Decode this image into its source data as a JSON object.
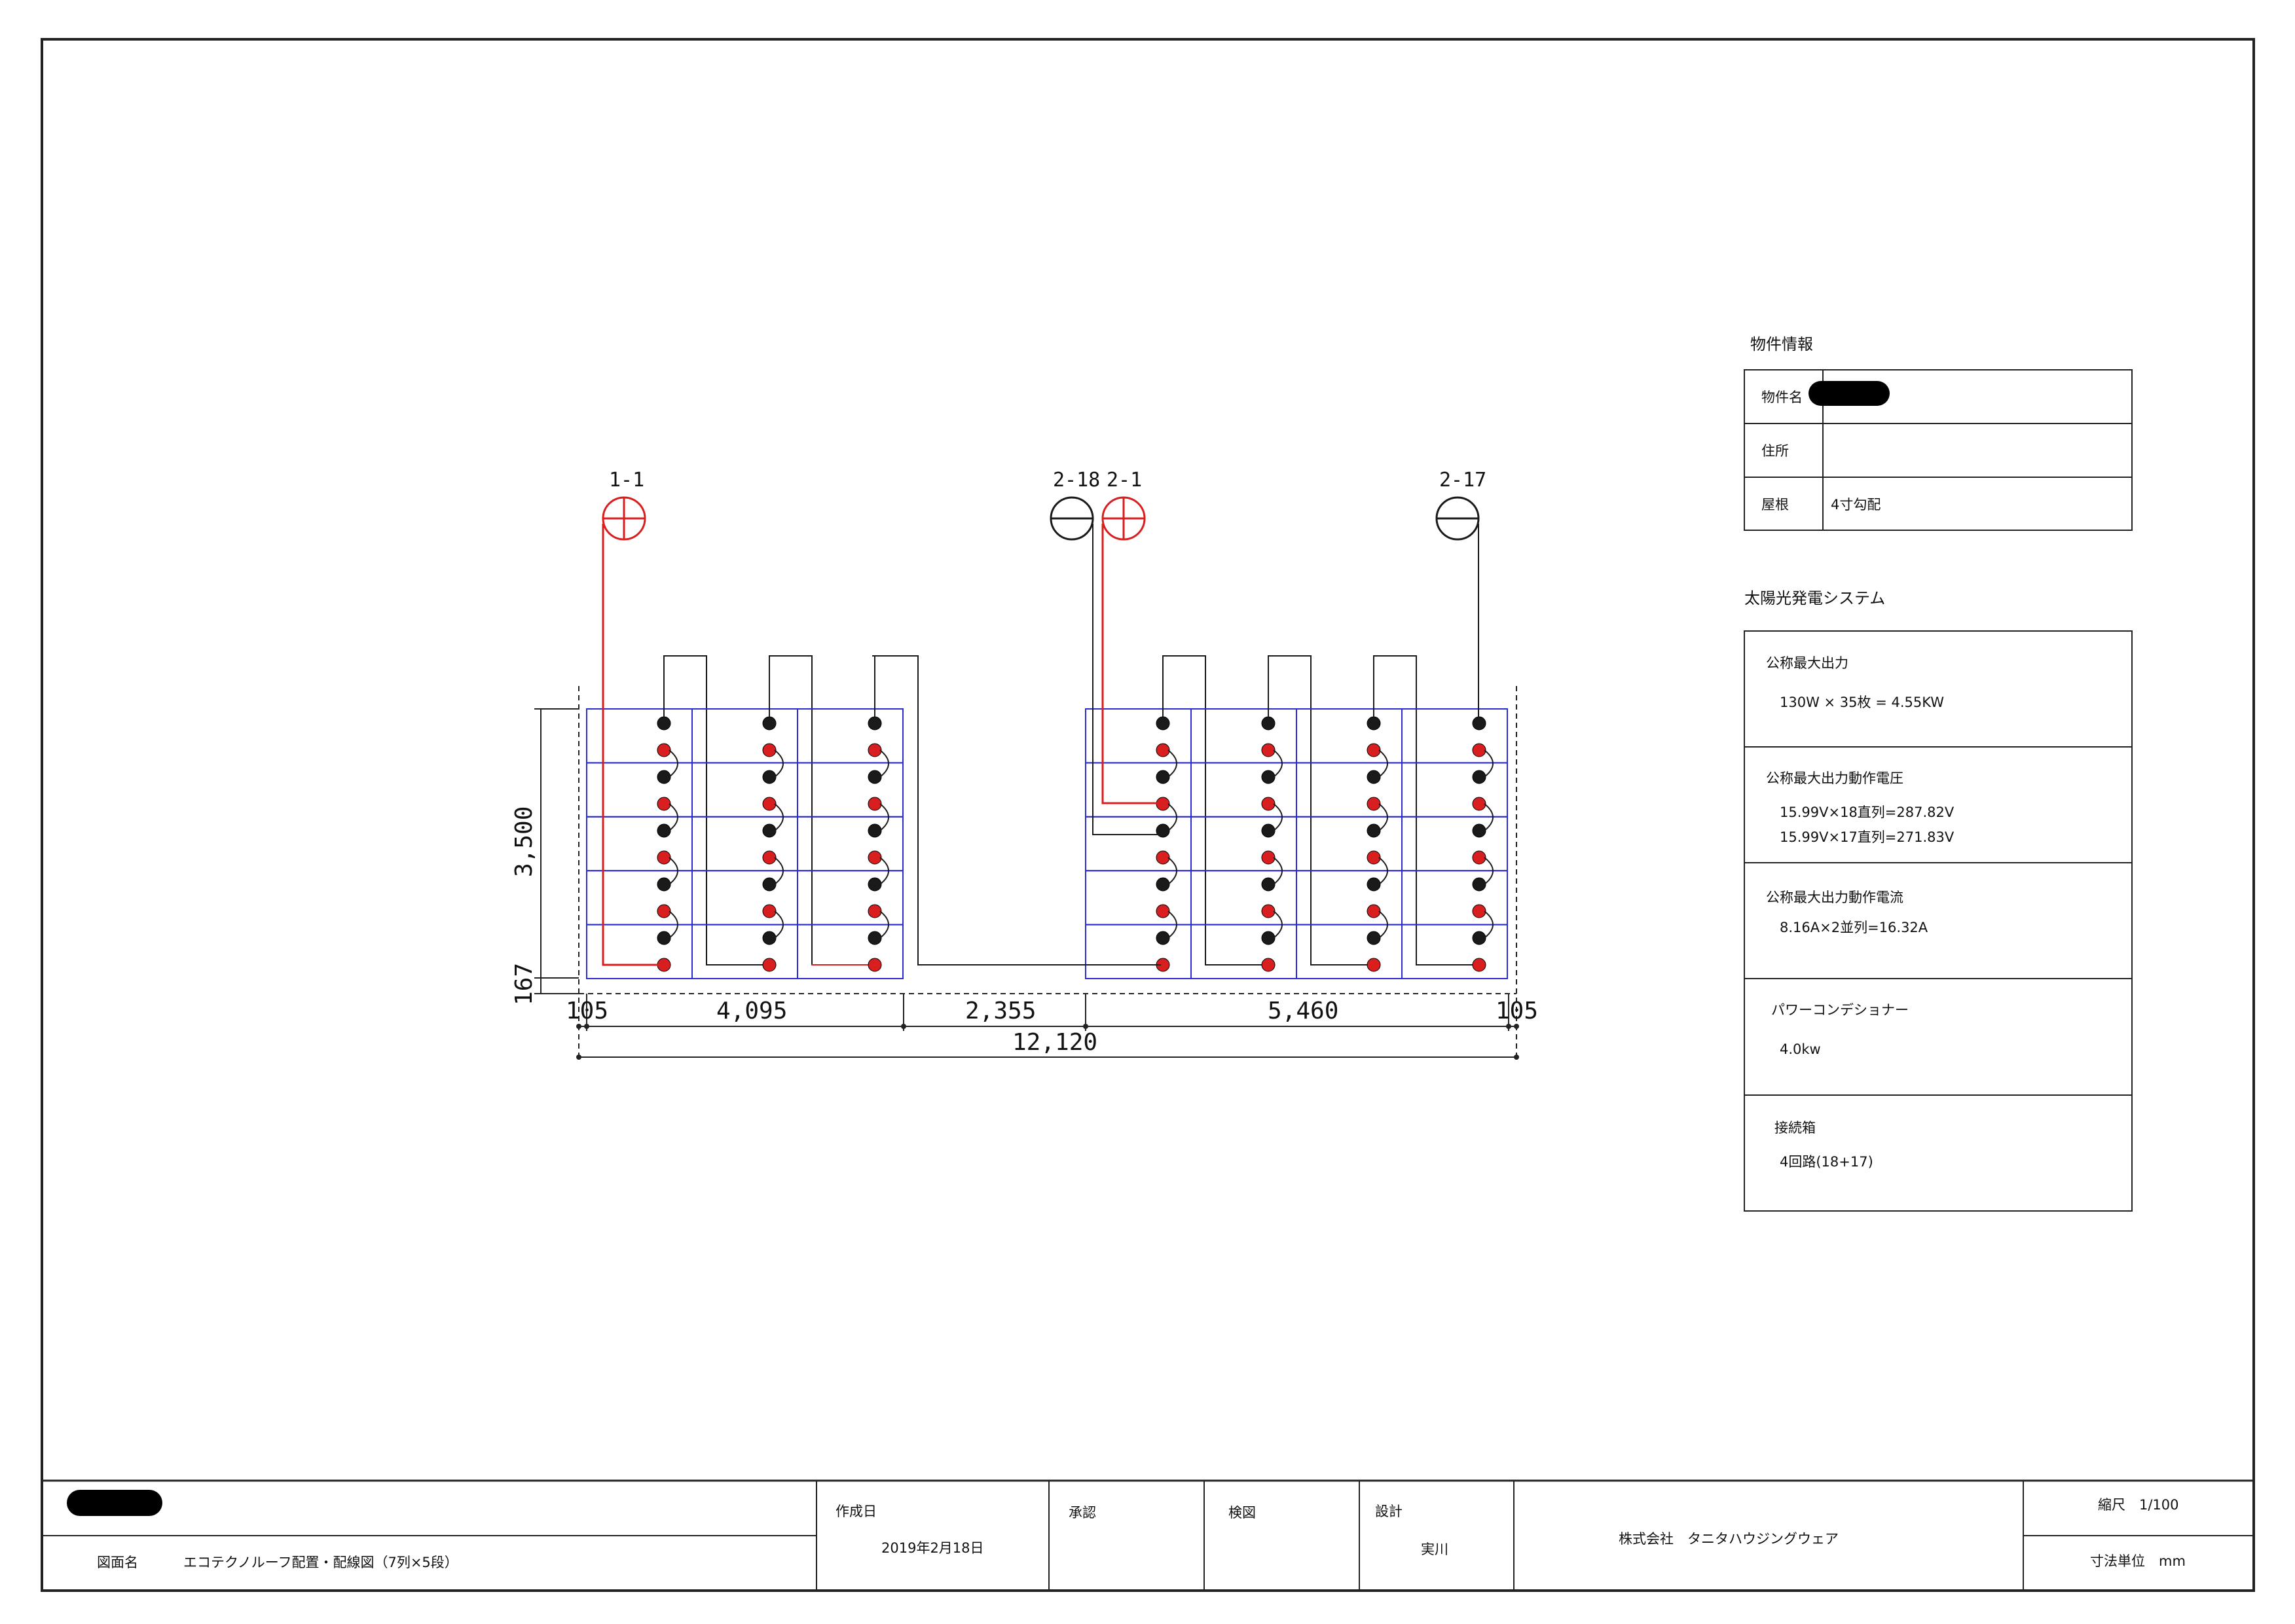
{
  "property_info": {
    "heading": "物件情報",
    "rows": [
      {
        "label": "物件名",
        "value": ""
      },
      {
        "label": "住所",
        "value": ""
      },
      {
        "label": "屋根",
        "value": "4寸勾配"
      }
    ]
  },
  "system_info": {
    "heading": "太陽光発電システム",
    "sections": [
      {
        "title": "公称最大出力",
        "lines": [
          "130W  ×  35枚  =  4.55KW"
        ]
      },
      {
        "title": "公称最大出力動作電圧",
        "lines": [
          "15.99V×18直列=287.82V",
          "15.99V×17直列=271.83V"
        ]
      },
      {
        "title": "公称最大出力動作電流",
        "lines": [
          "8.16A×2並列=16.32A"
        ]
      },
      {
        "title": "パワーコンデショナー",
        "lines": [
          "4.0kw"
        ]
      },
      {
        "title": "接続箱",
        "lines": [
          "4回路(18+17)"
        ]
      }
    ]
  },
  "strings": [
    {
      "id": "1-1",
      "polarity": "plus"
    },
    {
      "id": "2-18",
      "polarity": "minus"
    },
    {
      "id": "2-1",
      "polarity": "plus"
    },
    {
      "id": "2-17",
      "polarity": "minus"
    }
  ],
  "array": {
    "left_block": {
      "columns": 3,
      "rows": 5
    },
    "right_block": {
      "columns": 4,
      "rows": 5
    }
  },
  "dimensions": {
    "height_main": "3,500",
    "height_bottom": "167",
    "widths": [
      "105",
      "4,095",
      "2,355",
      "5,460",
      "105"
    ],
    "total": "12,120"
  },
  "title_block": {
    "drawing_name_label": "図面名",
    "drawing_name": "エコテクノルーフ配置・配線図（7列×5段）",
    "created_label": "作成日",
    "created_date": "2019年2月18日",
    "approval_label": "承認",
    "check_label": "検図",
    "design_label": "設計",
    "designer": "実川",
    "company": "株式会社　タニタハウジングウェア",
    "scale": "縮尺　1/100",
    "unit": "寸法単位　mm"
  },
  "colors": {
    "plus_wire": "#d81e1e",
    "panel_outline": "#2b2bd0",
    "wire": "#1a1a1a",
    "redaction": "#000000"
  }
}
